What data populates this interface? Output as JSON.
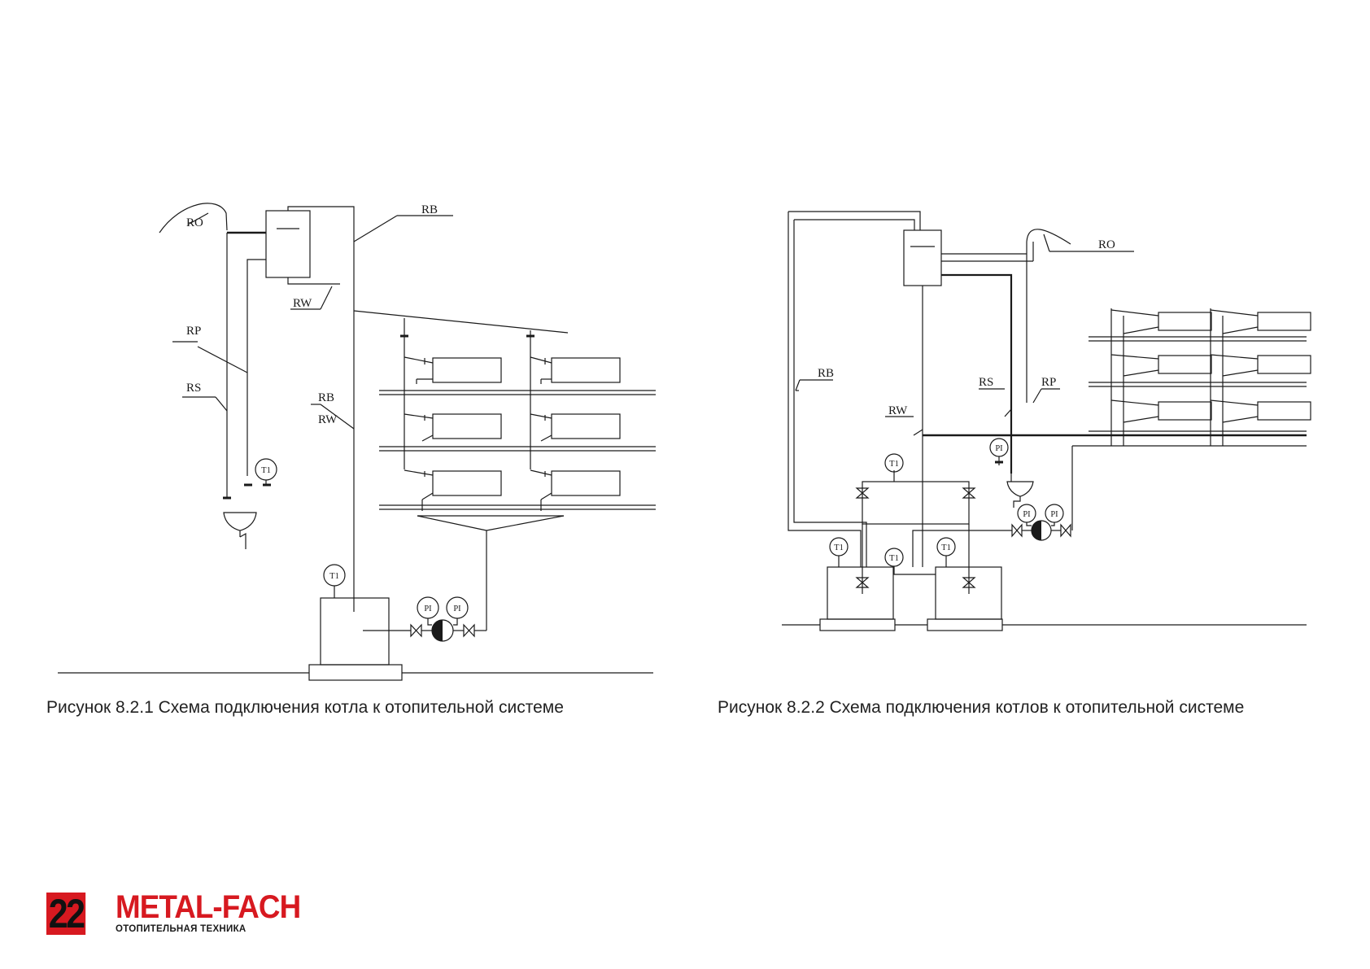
{
  "figure1": {
    "labels": {
      "ro": "RO",
      "rb_top": "RB",
      "rw_top": "RW",
      "rp": "RP",
      "rs": "RS",
      "rb_mid": "RB",
      "rw_mid": "RW"
    },
    "gauges": {
      "t1_left": "T1",
      "t1_boiler": "T1",
      "pi_left": "PI",
      "pi_right": "PI"
    },
    "caption": "Рисунок 8.2.1 Схема подключения котла к отопительной системе"
  },
  "figure2": {
    "labels": {
      "rb": "RB",
      "ro": "RO",
      "rs": "RS",
      "rp": "RP",
      "rw": "RW"
    },
    "gauges": {
      "pi_top": "PI",
      "t1_header": "T1",
      "pi_left": "PI",
      "pi_right": "PI",
      "t1_boiler_left": "T1",
      "t1_middle": "T1",
      "t1_boiler_right": "T1"
    },
    "caption": "Рисунок 8.2.2 Схема подключения котлов к отопительной системе"
  },
  "footer": {
    "page_number": "22",
    "brand_name": "METAL-FACH",
    "brand_tagline": "ОТОПИТЕЛЬНАЯ ТЕХНИКА",
    "brand_color": "#d71920"
  }
}
